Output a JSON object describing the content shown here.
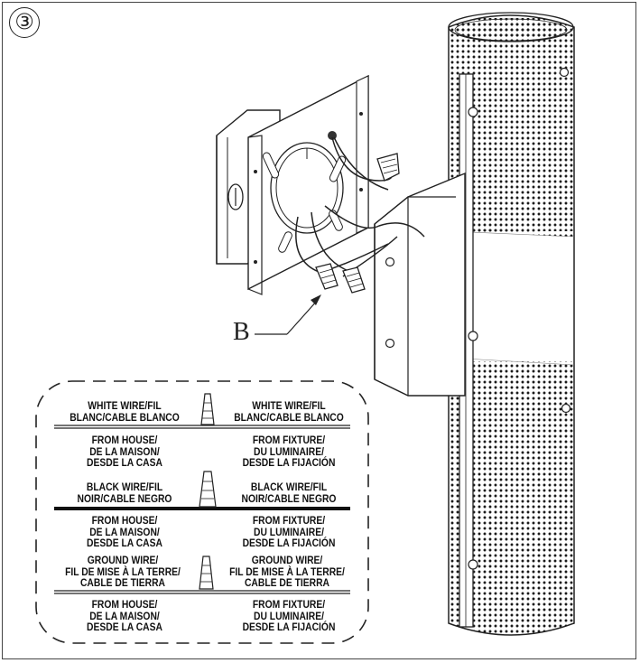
{
  "step": {
    "number": "③"
  },
  "callout": {
    "label": "B"
  },
  "wiring": {
    "white": {
      "left_lines": [
        "WHITE WIRE/FIL",
        "BLANC/CABLE BLANCO"
      ],
      "right_lines": [
        "WHITE WIRE/FIL",
        "BLANC/CABLE BLANCO"
      ],
      "from_house": [
        "FROM HOUSE/",
        "DE LA MAISON/",
        "DESDE LA CASA"
      ],
      "from_fixture": [
        "FROM FIXTURE/",
        "DU LUMINAIRE/",
        "DESDE LA FIJACIÓN"
      ]
    },
    "black": {
      "left_lines": [
        "BLACK WIRE/FIL",
        "NOIR/CABLE NEGRO"
      ],
      "right_lines": [
        "BLACK WIRE/FIL",
        "NOIR/CABLE NEGRO"
      ],
      "from_house": [
        "FROM HOUSE/",
        "DE LA MAISON/",
        "DESDE LA CASA"
      ],
      "from_fixture": [
        "FROM FIXTURE/",
        "DU LUMINAIRE/",
        "DESDE LA FIJACIÓN"
      ]
    },
    "ground": {
      "left_lines": [
        "GROUND WIRE/",
        "FIL DE MISE À LA TERRE/",
        "CABLE DE TIERRA"
      ],
      "right_lines": [
        "GROUND WIRE/",
        "FIL DE MISE À LA TERRE/",
        "CABLE DE TIERRA"
      ],
      "from_house": [
        "FROM HOUSE/",
        "DE LA MAISON/",
        "DESDE LA CASA"
      ],
      "from_fixture": [
        "FROM FIXTURE/",
        "DU LUMINAIRE/",
        "DESDE LA FIJACIÓN"
      ]
    }
  }
}
